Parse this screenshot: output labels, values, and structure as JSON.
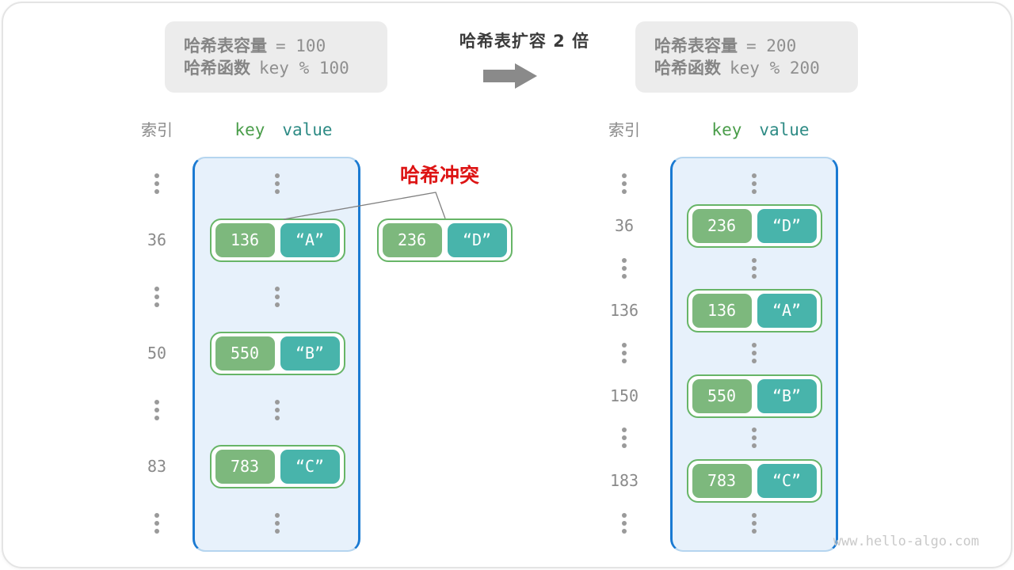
{
  "colors": {
    "container-border": "#1a7ad2",
    "container-edge": "#b5d5ef",
    "container-bg": "#e7f1fb",
    "pair-border": "#67b567",
    "key-green": "#7db87d",
    "value-teal": "#48b4ab",
    "gray-text": "#8a8a8a",
    "key-header-green": "#4a9d4a",
    "value-header-teal": "#2e8b85",
    "collision-red": "#dd1414",
    "infobox-bg": "#ececec",
    "title-dark": "#3b3b3b",
    "arrow-gray": "#8a8a8a",
    "dots-gray": "#9a9a9a",
    "connector-gray": "#808080",
    "watermark-gray": "#c9c9c9"
  },
  "center": {
    "title": "哈希表扩容 2 倍"
  },
  "collision": {
    "label": "哈希冲突"
  },
  "watermark": "www.hello-algo.com",
  "panels": {
    "before": {
      "info": {
        "line1_label": "哈希表容量",
        "line1_code": "= 100",
        "line2_label": "哈希函数",
        "line2_code": "key % 100"
      },
      "header": {
        "index_label": "索引",
        "key_label": "key",
        "value_label": "value"
      },
      "rows": [
        {
          "type": "dots"
        },
        {
          "type": "pair",
          "index": "36",
          "key": "136",
          "value": "“A”"
        },
        {
          "type": "dots"
        },
        {
          "type": "pair",
          "index": "50",
          "key": "550",
          "value": "“B”"
        },
        {
          "type": "dots"
        },
        {
          "type": "pair",
          "index": "83",
          "key": "783",
          "value": "“C”"
        },
        {
          "type": "dots"
        }
      ],
      "collision_pair": {
        "key": "236",
        "value": "“D”"
      }
    },
    "after": {
      "info": {
        "line1_label": "哈希表容量",
        "line1_code": "= 200",
        "line2_label": "哈希函数",
        "line2_code": "key % 200"
      },
      "header": {
        "index_label": "索引",
        "key_label": "key",
        "value_label": "value"
      },
      "rows": [
        {
          "type": "dots"
        },
        {
          "type": "pair",
          "index": "36",
          "key": "236",
          "value": "“D”"
        },
        {
          "type": "dots"
        },
        {
          "type": "pair",
          "index": "136",
          "key": "136",
          "value": "“A”"
        },
        {
          "type": "dots"
        },
        {
          "type": "pair",
          "index": "150",
          "key": "550",
          "value": "“B”"
        },
        {
          "type": "dots"
        },
        {
          "type": "pair",
          "index": "183",
          "key": "783",
          "value": "“C”"
        },
        {
          "type": "dots"
        }
      ]
    }
  }
}
